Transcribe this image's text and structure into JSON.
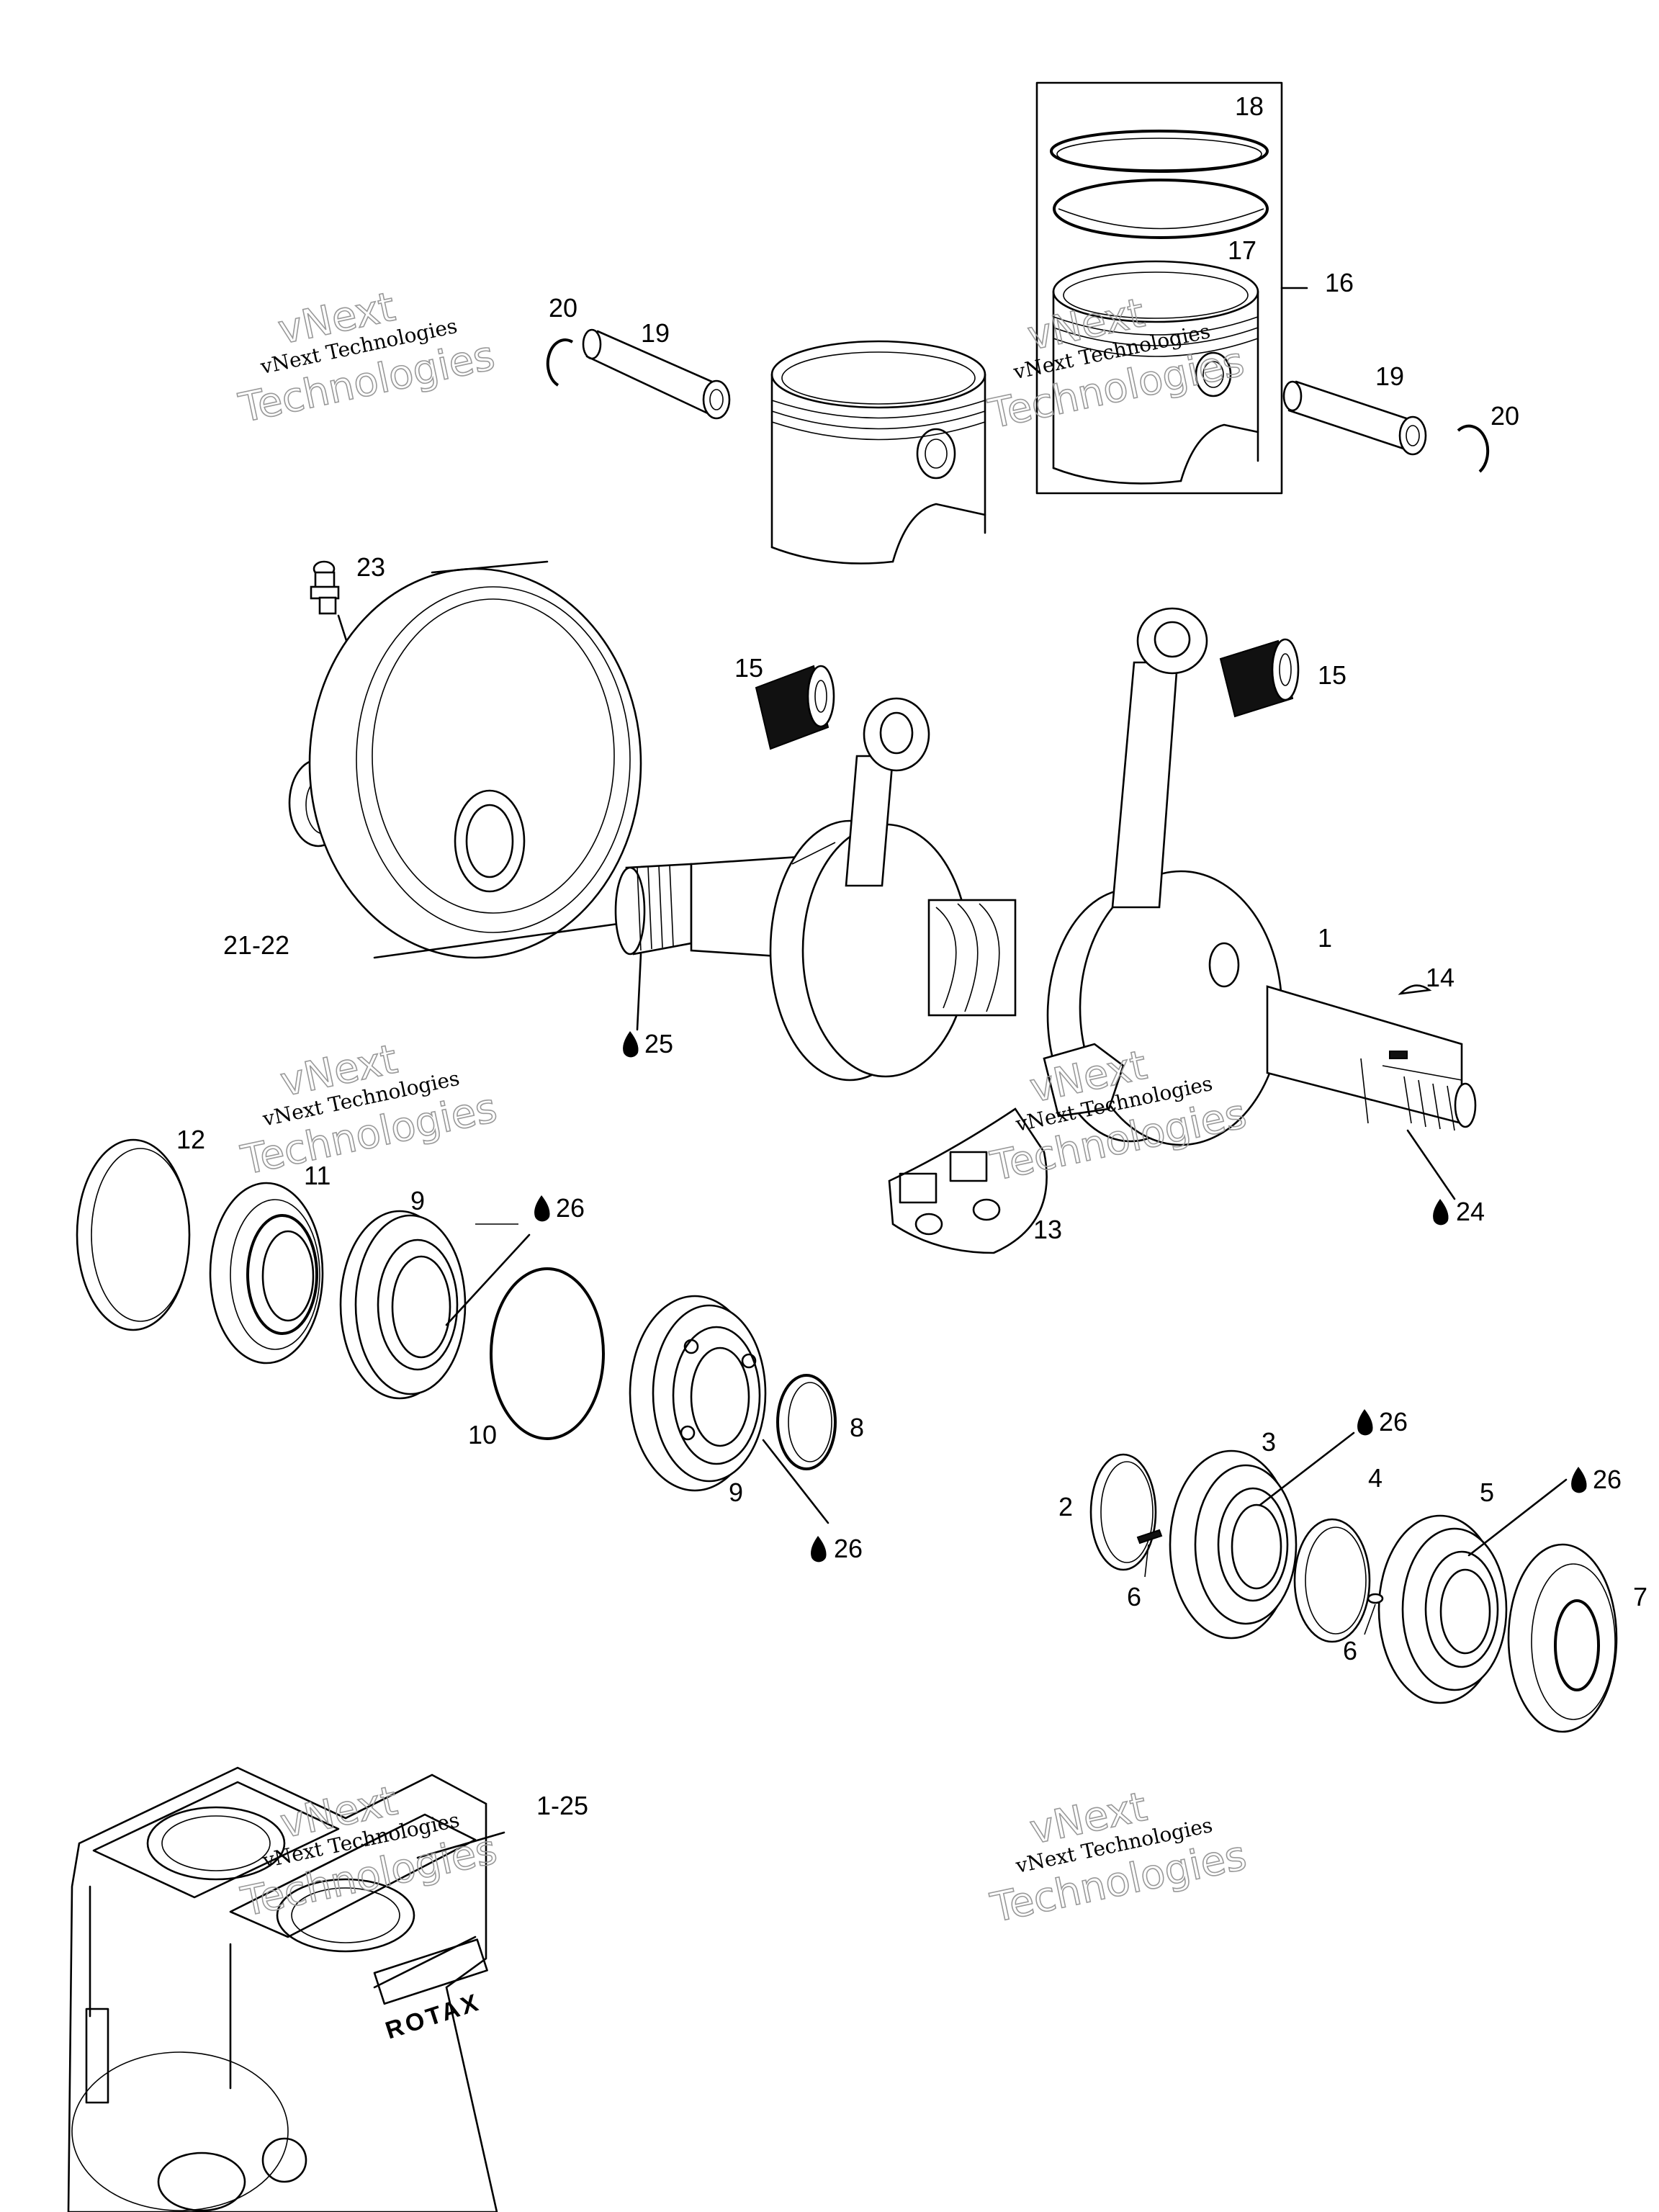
{
  "callouts": {
    "c1": "1",
    "c2": "2",
    "c3": "3",
    "c4": "4",
    "c5": "5",
    "c6a": "6",
    "c6b": "6",
    "c7": "7",
    "c8": "8",
    "c9a": "9",
    "c9b": "9",
    "c10": "10",
    "c11": "11",
    "c12": "12",
    "c13": "13",
    "c14": "14",
    "c15a": "15",
    "c15b": "15",
    "c16": "16",
    "c17": "17",
    "c18": "18",
    "c19a": "19",
    "c19b": "19",
    "c20a": "20",
    "c20b": "20",
    "c2122": "21-22",
    "c23": "23",
    "c24": "24",
    "c25": "25",
    "c26a": "26",
    "c26b": "26",
    "c26c": "26",
    "c26d": "26",
    "c125": "1-25"
  },
  "engine_brand": "ROTAX",
  "watermark": {
    "line1": "vNext Technologies",
    "big1": "vNext",
    "big2": "Technologies"
  },
  "icons": {
    "lubricant": "oil-drop-icon"
  }
}
